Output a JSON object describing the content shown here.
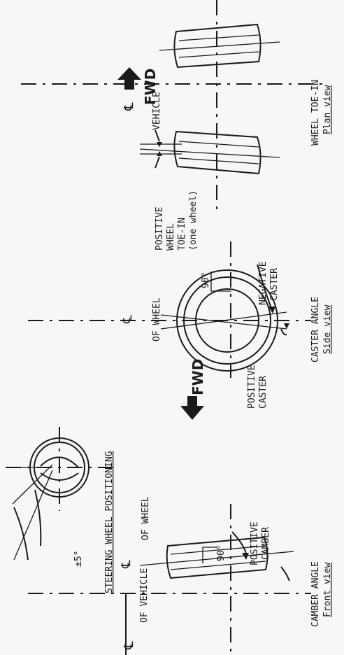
{
  "labels": {
    "cl_symbol": "℄",
    "vehicle_top": "VEHICLE",
    "fwd": "FWD",
    "positive_wheel_toe_in": [
      "POSITIVE",
      "WHEEL",
      "TOE-IN",
      "(one wheel)"
    ],
    "wheel_toe_in": [
      "WHEEL TOE-IN",
      "Plan view"
    ],
    "of_wheel_caster": "OF WHEEL",
    "ninety": "90°",
    "negative_caster": [
      "NEGATIVE",
      "CASTER"
    ],
    "positive_caster": [
      "POSITIVE",
      "CASTER"
    ],
    "caster_angle": [
      "CASTER ANGLE",
      "Side view"
    ],
    "steering_wheel_positioning": "STEERING WHEEL POSITIONING",
    "plus_minus_5": "±5°",
    "of_vehicle": "OF VEHICLE",
    "of_wheel_camber": "OF WHEEL",
    "positive_camber": [
      "POSITIVE",
      "CAMBER"
    ],
    "camber_angle": [
      "CAMBER ANGLE",
      "Front view"
    ]
  }
}
